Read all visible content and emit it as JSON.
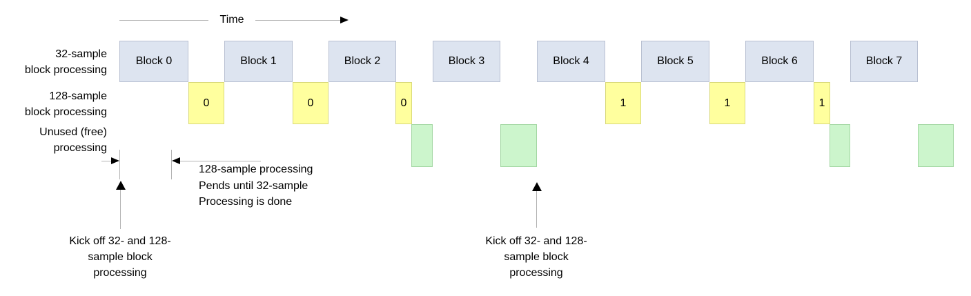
{
  "diagram": {
    "time_axis": {
      "label": "Time"
    },
    "rows": {
      "r32": {
        "line1": "32-sample",
        "line2": "block processing"
      },
      "r128": {
        "line1": "128-sample",
        "line2": "block processing"
      },
      "rfree": {
        "line1": "Unused (free)",
        "line2": "processing"
      }
    },
    "blocks_32": [
      "Block 0",
      "Block 1",
      "Block 2",
      "Block 3",
      "Block 4",
      "Block 5",
      "Block 6",
      "Block 7"
    ],
    "blocks_128": [
      "0",
      "0",
      "0",
      "1",
      "1",
      "1"
    ],
    "notes": {
      "pend": {
        "line1": "128-sample processing",
        "line2": "Pends until 32-sample",
        "line3": "Processing is done"
      },
      "kickoff": {
        "line1": "Kick off 32- and 128-",
        "line2": "sample block",
        "line3": "processing"
      }
    },
    "colors": {
      "background": "#ffffff",
      "block32_fill": "#dde4f0",
      "block32_border": "#b7bfd1",
      "block128_fill": "#ffff9e",
      "block128_border": "#d9d97a",
      "free_fill": "#ccf5cc",
      "free_border": "#a3d7a3",
      "line": "#b3b3b3",
      "arrowhead": "#000000",
      "text": "#000000"
    }
  }
}
